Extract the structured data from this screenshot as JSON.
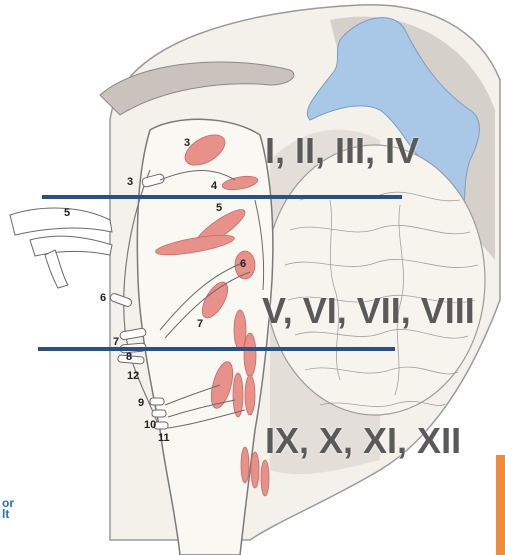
{
  "diagram": {
    "group_labels": {
      "upper": "I, II, III, IV",
      "middle": "V, VI, VII, VIII",
      "lower": "IX, X, XI, XII"
    },
    "nerve_numbers": {
      "n3_inner": "3",
      "n3_outer": "3",
      "n4": "4",
      "n5_inner": "5",
      "n5_outer": "5",
      "n6_inner": "6",
      "n6_outer": "6",
      "n7_inner": "7",
      "n7_outer": "7",
      "n8": "8",
      "n9": "9",
      "n10": "10",
      "n11": "11",
      "n12": "12"
    },
    "colors": {
      "ventricle": "#a9c8e8",
      "nucleus": "#e8908a",
      "dividing_line": "#2f4f7f",
      "tissue": "#f4f1ea",
      "cortex_shade": "#c9c2bd",
      "accent": "#f08a3c"
    },
    "corner_logo": [
      "or",
      "lt"
    ]
  }
}
